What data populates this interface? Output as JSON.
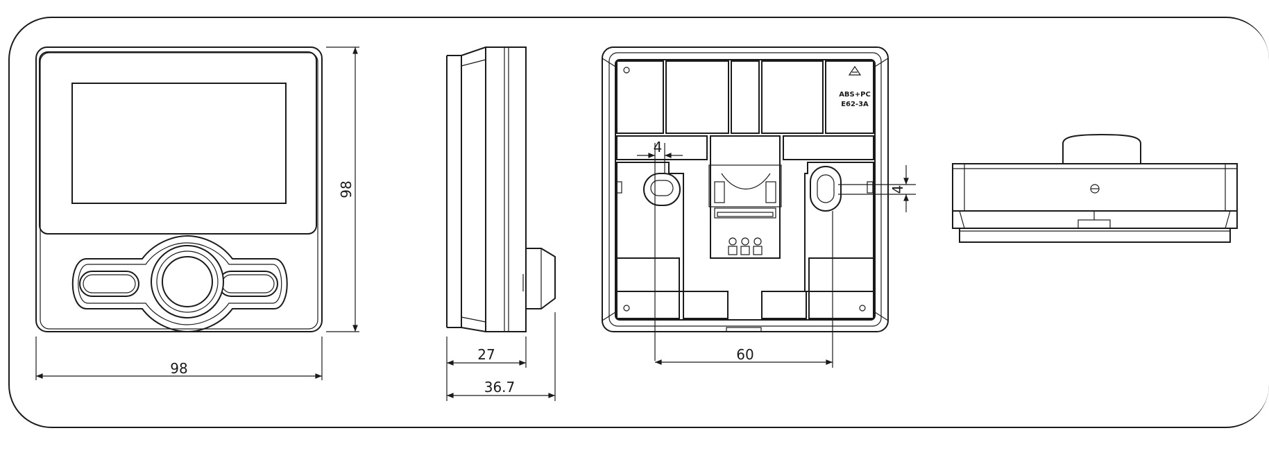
{
  "front_view": {
    "width_label": "98",
    "height_label": "98"
  },
  "side_view": {
    "depth_label": "27",
    "total_depth_label": "36.7"
  },
  "rear_view": {
    "slot_width_label": "4",
    "slot_height_label": "4",
    "hole_spacing_label": "60",
    "material_mark": "ABS+PC",
    "material_code": "E62-3A",
    "recycle_symbol": "recycle-icon"
  },
  "top_view": {}
}
